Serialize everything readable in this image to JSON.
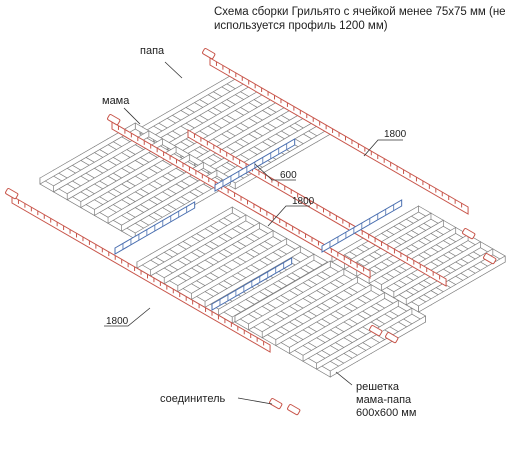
{
  "title": {
    "line1": "Схема сборки Грильято с ячейкой менее 75х75 мм (не",
    "line2": "используется профиль 1200 мм)"
  },
  "labels": {
    "papa": "папа",
    "mama": "мама",
    "len_1800_right": "1800",
    "len_1800_mid": "1800",
    "len_1800_left": "1800",
    "len_600": "600",
    "connector": "соединитель",
    "grid_line1": "решетка",
    "grid_line2": "мама-папа",
    "grid_line3": "600х600 мм"
  },
  "colors": {
    "profile_red": "#c8554a",
    "profile_blue": "#4a6fb0",
    "grid_gray": "#7d7d7d",
    "callout": "#333333"
  }
}
